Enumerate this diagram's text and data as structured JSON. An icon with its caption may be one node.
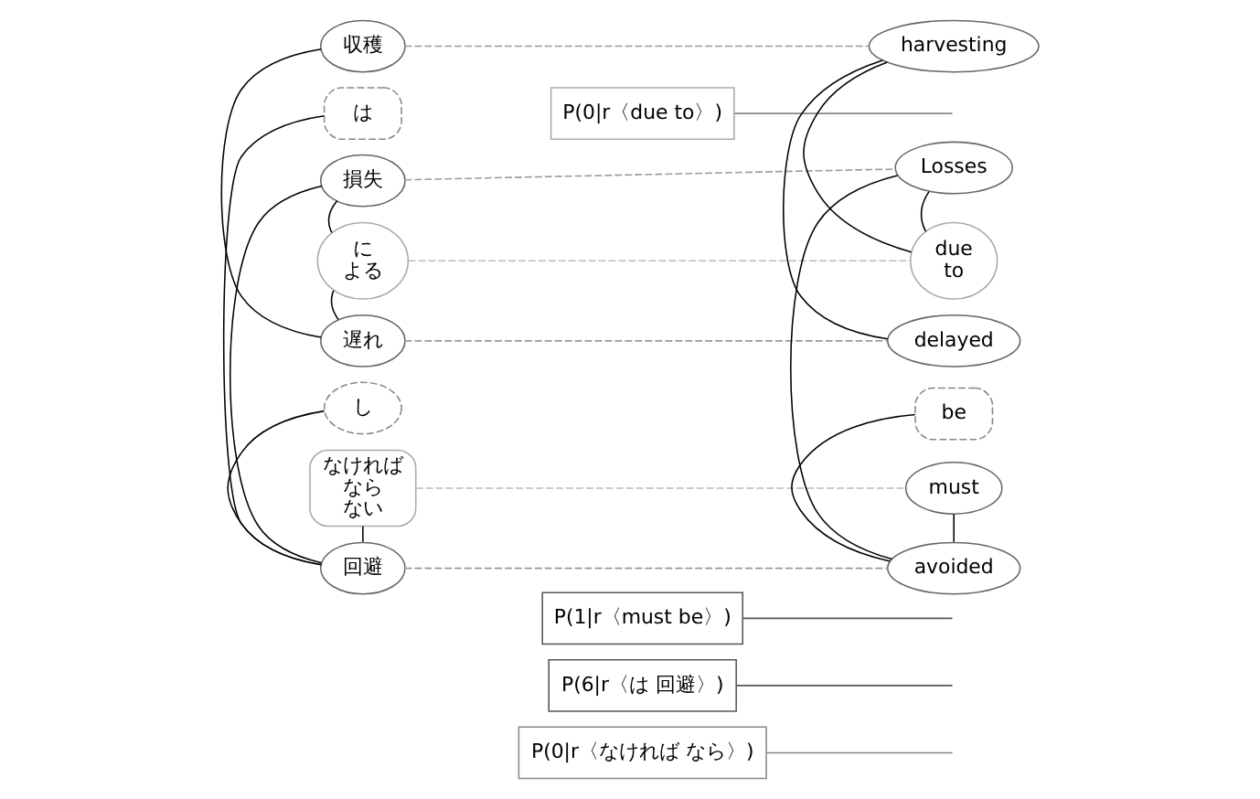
{
  "diagram": {
    "nodes": [
      {
        "text": [
          "収穫"
        ]
      },
      {
        "text": [
          "遅れ"
        ]
      },
      {
        "text": [
          "に",
          "よる"
        ]
      },
      {
        "text": [
          "損失"
        ]
      },
      {
        "text": [
          "は"
        ]
      },
      {
        "text": [
          "回避"
        ]
      },
      {
        "text": [
          "し"
        ]
      },
      {
        "text": [
          "なければ",
          "なら",
          "ない"
        ]
      },
      {
        "text": [
          "P(0|r〈due to〉)"
        ]
      },
      {
        "text": [
          "P(1|r〈must be〉)"
        ]
      },
      {
        "text": [
          "P(6|r〈は 回避〉)"
        ]
      },
      {
        "text": [
          "P(0|r〈なければ なら〉)"
        ]
      },
      {
        "text": [
          "Losses"
        ]
      },
      {
        "text": [
          "due",
          "to"
        ]
      },
      {
        "text": [
          "delayed"
        ]
      },
      {
        "text": [
          "harvesting"
        ]
      },
      {
        "text": [
          "must"
        ]
      },
      {
        "text": [
          "be"
        ]
      },
      {
        "text": [
          "avoided"
        ]
      }
    ],
    "edges": [
      {
        "from": 1,
        "to": 0,
        "arrow": "none"
      },
      {
        "from": 2,
        "to": 1,
        "arrow": "none"
      },
      {
        "from": 3,
        "to": 2,
        "arrow": "none"
      },
      {
        "from": 5,
        "to": 3,
        "arrow": "none"
      },
      {
        "from": 5,
        "to": 4,
        "arrow": "none"
      },
      {
        "from": 5,
        "to": 6,
        "arrow": "none"
      },
      {
        "from": 5,
        "to": 7,
        "arrow": "none"
      },
      {
        "from": 18,
        "to": 12,
        "arrow": "none"
      },
      {
        "from": 12,
        "to": 13,
        "arrow": "none"
      },
      {
        "from": 13,
        "to": 15,
        "arrow": "none"
      },
      {
        "from": 15,
        "to": 14,
        "arrow": "none"
      },
      {
        "from": 18,
        "to": 16,
        "arrow": "none"
      },
      {
        "from": 18,
        "to": 17,
        "arrow": "none"
      },
      {
        "from": 0,
        "to": 15,
        "arrow": "none",
        "style": "dashed",
        "color": "#999999"
      },
      {
        "from": 1,
        "to": 14,
        "arrow": "none",
        "style": "dashed",
        "color": "#999999"
      },
      {
        "from": 2,
        "to": 13,
        "arrow": "none",
        "style": "dashed",
        "color": "#bbbbbb"
      },
      {
        "from": 3,
        "to": 12,
        "arrow": "none",
        "style": "dashed",
        "color": "#999999"
      },
      {
        "from": 5,
        "to": 18,
        "arrow": "none",
        "style": "dashed",
        "color": "#999999"
      },
      {
        "from": 7,
        "to": 16,
        "arrow": "none",
        "style": "dashed",
        "color": "#bbbbbb"
      },
      {
        "from": 8,
        "to": null,
        "arrow": "none",
        "color": "#888888"
      },
      {
        "from": 9,
        "to": null,
        "arrow": "none",
        "color": "#555555"
      },
      {
        "from": 10,
        "to": null,
        "arrow": "none",
        "color": "#555555"
      },
      {
        "from": 11,
        "to": null,
        "arrow": "none",
        "color": "#888888"
      }
    ]
  }
}
